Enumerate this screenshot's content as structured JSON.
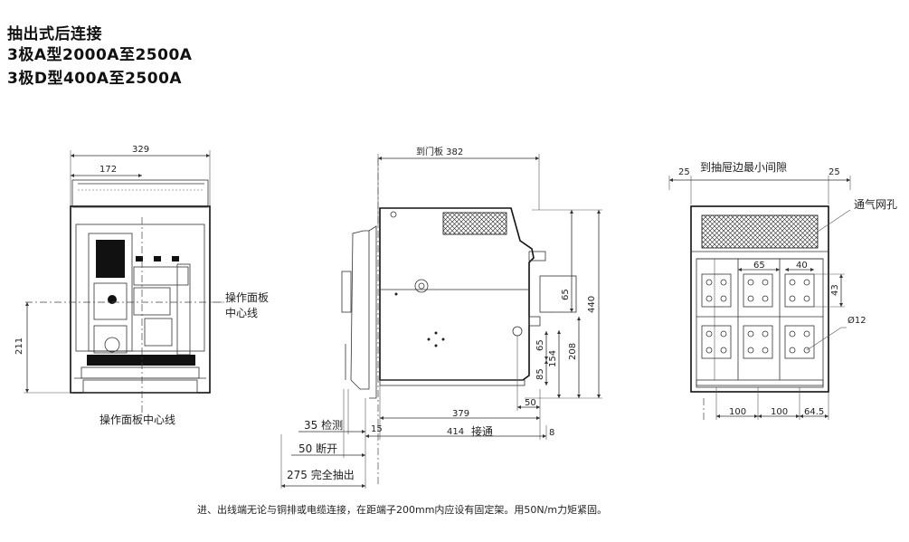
{
  "title_lines": [
    "抽出式后连接",
    "3极A型2000A至2500A",
    "3极D型400A至2500A"
  ],
  "front_view": {
    "width_dim": "329",
    "half_dim": "172",
    "height_dim": "211",
    "panel_center_label": [
      "操作面板",
      "中心线"
    ],
    "panel_center_bottom_label": "操作面板中心线"
  },
  "side_view": {
    "door_dim": "到门板 382",
    "d65_top": "65",
    "d440": "440",
    "d65": "65",
    "d85": "85",
    "d154": "154",
    "d208": "208",
    "d50_right": "50",
    "d379": "379",
    "d15": "15",
    "d414": "414",
    "connect_label": "接通",
    "d8": "8",
    "test_label": "35 检测",
    "disconnect_label": "50 断开",
    "withdraw_label": "275 完全抽出"
  },
  "rear_view": {
    "top_label": "到抽屉边最小间隙",
    "left_gap": "25",
    "right_gap": "25",
    "vent_label": "通气网孔",
    "d65": "65",
    "d40": "40",
    "d43": "43",
    "hole_label": "Ø12",
    "d100a": "100",
    "d100b": "100",
    "d64_5": "64.5"
  },
  "footnote": "进、出线端无论与铜排或电缆连接，在距端子200mm内应设有固定架。用50N/m力矩紧固。"
}
